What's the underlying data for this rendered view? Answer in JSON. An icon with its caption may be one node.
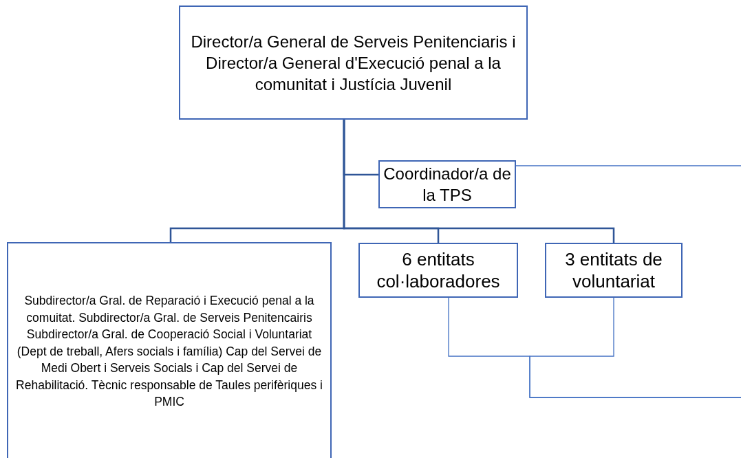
{
  "diagram": {
    "nodes": [
      {
        "text": [
          "Director/a General de Serveis Penitenciaris i Director/a General d'Execució penal a la comunitat i Justícia Juvenil"
        ]
      },
      {
        "text": [
          "Coordinador/a de la TPS"
        ]
      },
      {
        "text": [
          "Subdirector/a Gral. de Reparació i Execució penal a la comuitat. Subdirector/a Gral. de Serveis Penitencairis Subdirector/a Gral. de Cooperació Social i Voluntariat (Dept de treball, Afers socials i família) Cap del Servei de Medi Obert i Serveis Socials i Cap del Servei de Rehabilitació. Tècnic responsable de Taules perifèriques i PMIC"
        ]
      },
      {
        "text": [
          "6 entitats col·laboradores"
        ]
      },
      {
        "text": [
          "3 entitats de voluntariat"
        ]
      }
    ],
    "edges": [
      {
        "from": 0,
        "to": 1,
        "arrow": "none"
      },
      {
        "from": 0,
        "to": 2,
        "arrow": "none"
      },
      {
        "from": 0,
        "to": 3,
        "arrow": "none"
      },
      {
        "from": 0,
        "to": 4,
        "arrow": "none"
      },
      {
        "from": 1,
        "to": null,
        "arrow": "none",
        "color": "#4472c4"
      },
      {
        "from": 3,
        "to": null,
        "arrow": "none",
        "color": "#4472c4"
      },
      {
        "from": 4,
        "to": null,
        "arrow": "none",
        "color": "#4472c4"
      }
    ]
  }
}
